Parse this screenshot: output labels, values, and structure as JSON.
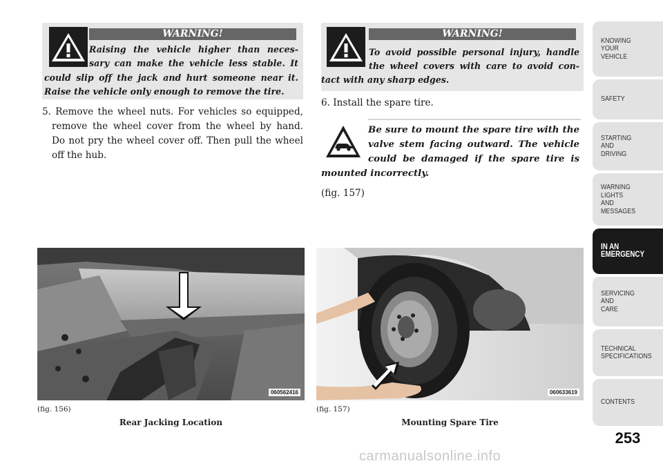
{
  "warning_left": {
    "heading": "WARNING!",
    "lines": [
      "Raising the vehicle higher than neces-",
      "sary can make the vehicle less stable. It",
      "could slip off the jack and hurt someone near it.",
      "Raise the vehicle only enough to remove the tire."
    ]
  },
  "step5": {
    "lines": [
      "5. Remove the wheel nuts. For vehicles so equipped,",
      "remove the wheel cover from the wheel by hand.",
      "Do not pry the wheel cover off. Then pull the wheel",
      "off the hub."
    ]
  },
  "warning_right": {
    "heading": "WARNING!",
    "lines": [
      "To avoid possible personal injury, handle",
      "the wheel covers with care to avoid con-",
      "tact with any sharp edges."
    ]
  },
  "step6": {
    "text": "6.  Install the spare tire."
  },
  "note": {
    "lines": [
      "Be sure to mount the spare tire with the",
      "valve stem facing outward. The vehicle",
      "could be damaged if the spare tire is",
      "mounted incorrectly."
    ]
  },
  "fig_ref": "(fig. 157)",
  "figures": [
    {
      "code": "060562416",
      "label": "(fig. 156)",
      "caption": "Rear Jacking Location"
    },
    {
      "code": "060633619",
      "label": "(fig. 157)",
      "caption": "Mounting Spare Tire"
    }
  ],
  "tabs": [
    {
      "label": "KNOWING\nYOUR\nVEHICLE",
      "active": false
    },
    {
      "label": "SAFETY",
      "active": false
    },
    {
      "label": "STARTING\nAND\nDRIVING",
      "active": false
    },
    {
      "label": "WARNING\nLIGHTS\nAND\nMESSAGES",
      "active": false
    },
    {
      "label": "IN AN\nEMERGENCY",
      "active": true
    },
    {
      "label": "SERVICING\nAND\nCARE",
      "active": false
    },
    {
      "label": "TECHNICAL\nSPECIFICATIONS",
      "active": false
    },
    {
      "label": "CONTENTS",
      "active": false
    }
  ],
  "page_number": "253",
  "watermark": "carmanualsonline.info"
}
